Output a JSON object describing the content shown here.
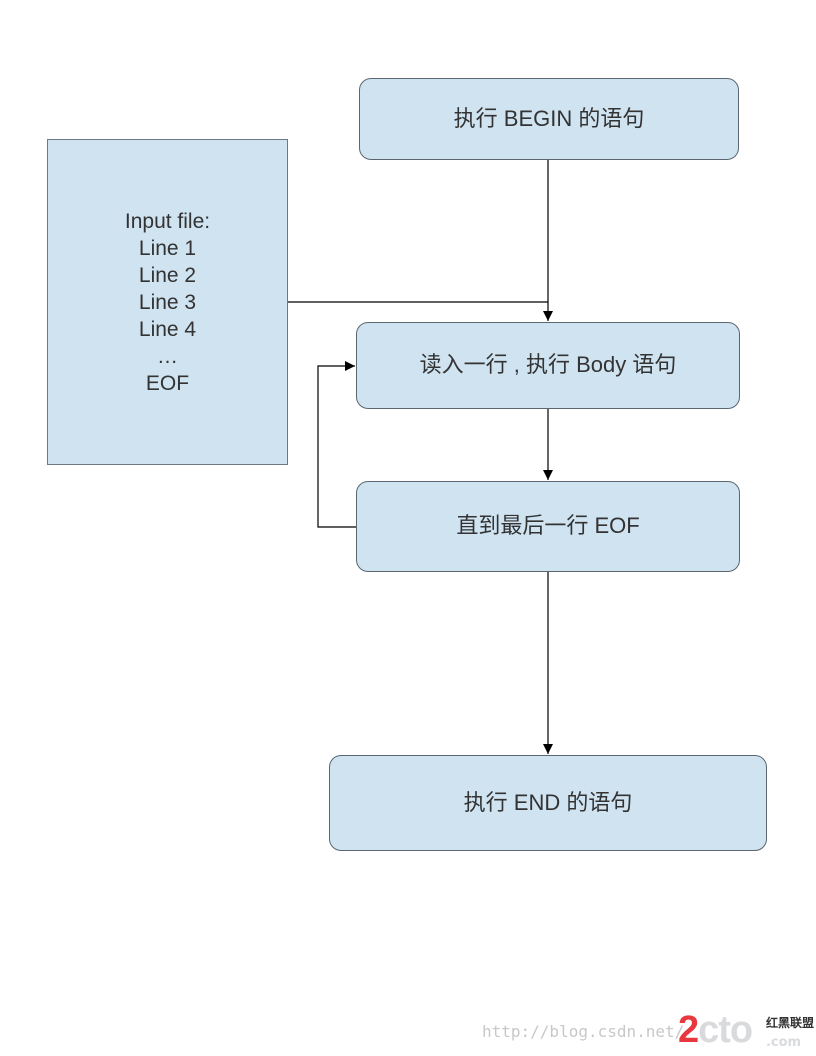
{
  "flowchart": {
    "begin_label": "执行 BEGIN 的语句",
    "read_label": "读入一行 , 执行 Body 语句",
    "until_label": "直到最后一行 EOF",
    "end_label": "执行 END 的语句"
  },
  "input_file": {
    "lines": [
      "Input file:",
      "Line 1",
      "Line 2",
      "Line 3",
      "Line 4",
      "…",
      "EOF"
    ]
  },
  "watermark": {
    "url_text": "http://blog.csdn.net/",
    "logo_digit": "2",
    "logo_rest": "cto",
    "logo_domain": ".com",
    "logo_sub": "红黑联盟"
  },
  "colors": {
    "box_fill": "#cfe3f1",
    "box_border": "#5b6671",
    "arrow": "#000000",
    "logo_red": "#e8383d"
  }
}
